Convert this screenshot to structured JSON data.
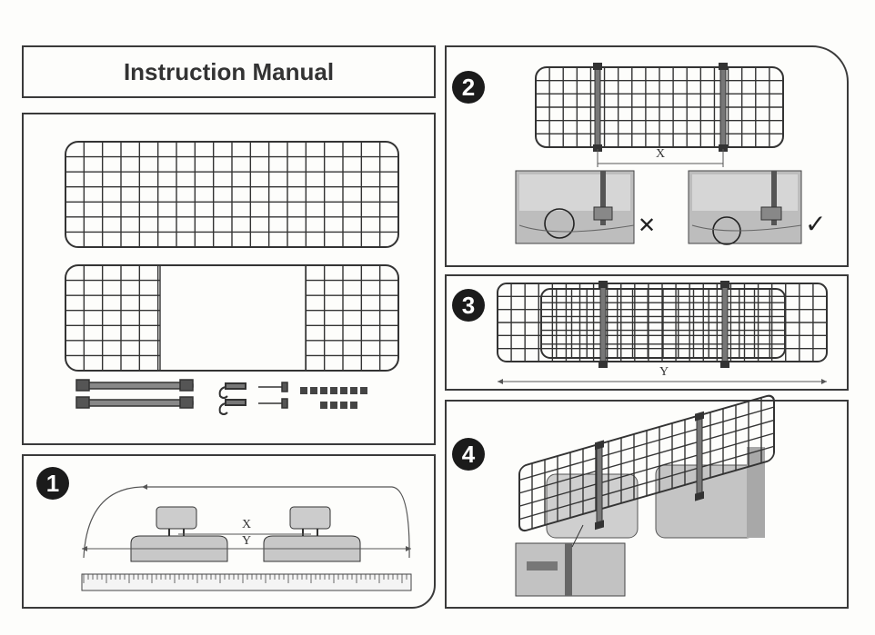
{
  "manual": {
    "title": "Instruction Manual"
  },
  "steps": [
    {
      "number": "1",
      "label_x": "X",
      "label_y": "Y"
    },
    {
      "number": "2",
      "label_x": "X",
      "wrong_mark": "✕",
      "right_mark": "✓"
    },
    {
      "number": "3",
      "label_y": "Y"
    },
    {
      "number": "4"
    }
  ],
  "icons": {
    "wrong": "cross-icon",
    "right": "check-icon"
  },
  "colors": {
    "line": "#3a3a3a",
    "badge": "#1b1b1b",
    "photo_gray": "#bdbdbd"
  }
}
